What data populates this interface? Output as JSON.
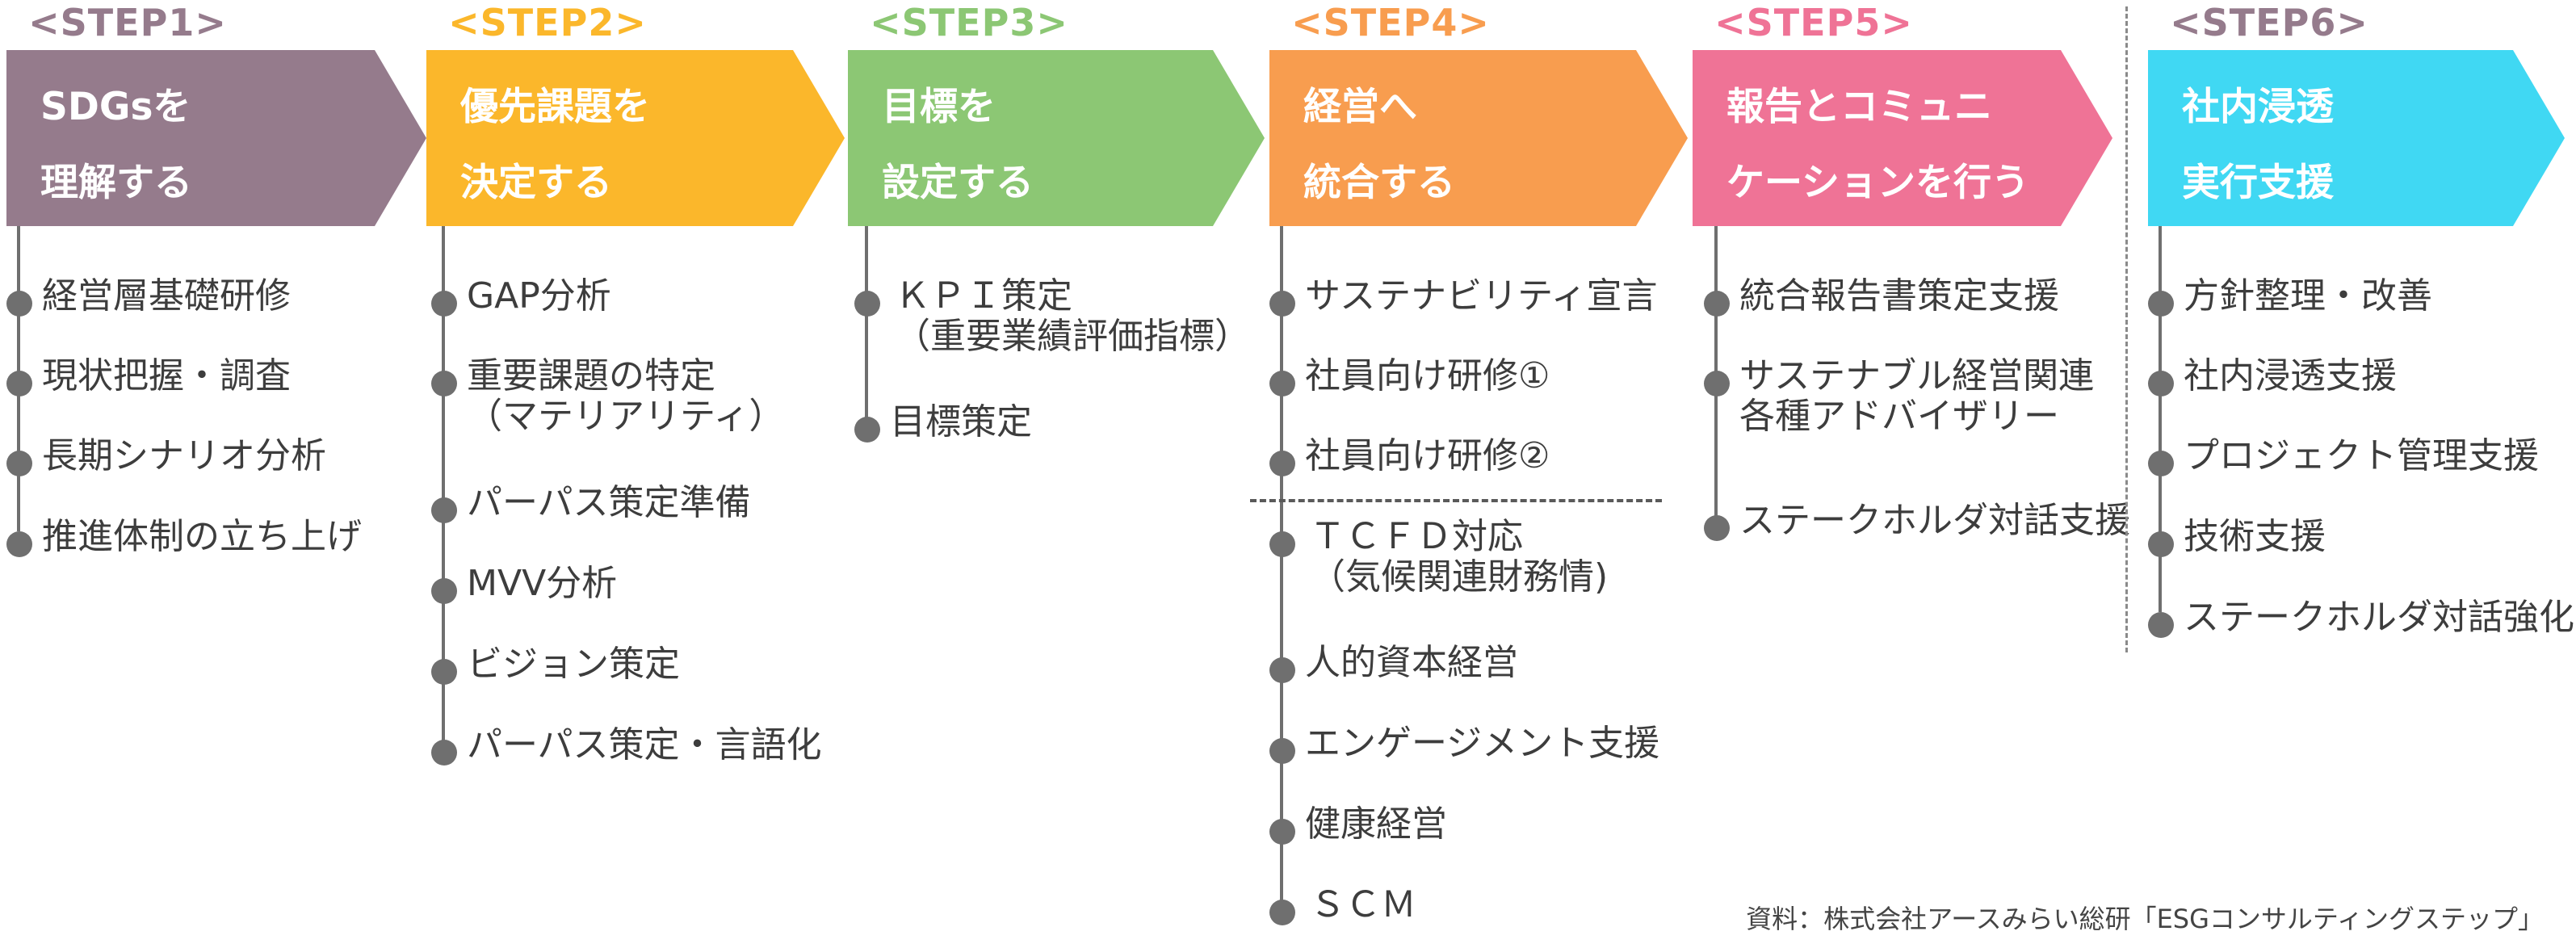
{
  "colors": {
    "step1": "#957b8c",
    "step2": "#fbb72b",
    "step3": "#8cc774",
    "step4": "#f89d4f",
    "step5": "#ef7396",
    "step6": "#40d8f3",
    "timeline": "#6f6f6f"
  },
  "steps": [
    {
      "title": "<STEP1>",
      "label_line1": "SDGsを",
      "label_line2": "理解する",
      "items": [
        {
          "line1": "経営層基礎研修",
          "line2": ""
        },
        {
          "line1": "現状把握・調査",
          "line2": ""
        },
        {
          "line1": "長期シナリオ分析",
          "line2": ""
        },
        {
          "line1": "推進体制の立ち上げ",
          "line2": ""
        }
      ]
    },
    {
      "title": "<STEP2>",
      "label_line1": "優先課題を",
      "label_line2": "決定する",
      "items": [
        {
          "line1": "GAP分析",
          "line2": ""
        },
        {
          "line1": "重要課題の特定",
          "line2": "（マテリアリティ）"
        },
        {
          "line1": "パーパス策定準備",
          "line2": ""
        },
        {
          "line1": "MVV分析",
          "line2": ""
        },
        {
          "line1": "ビジョン策定",
          "line2": ""
        },
        {
          "line1": "パーパス策定・言語化",
          "line2": ""
        }
      ]
    },
    {
      "title": "<STEP3>",
      "label_line1": "目標を",
      "label_line2": "設定する",
      "items": [
        {
          "line1": "ＫＰＩ策定",
          "line2": "（重要業績評価指標）"
        },
        {
          "line1": "目標策定",
          "line2": ""
        }
      ]
    },
    {
      "title": "<STEP4>",
      "label_line1": "経営へ",
      "label_line2": "統合する",
      "items": [
        {
          "line1": "サステナビリティ宣言",
          "line2": ""
        },
        {
          "line1": "社員向け研修①",
          "line2": ""
        },
        {
          "line1": "社員向け研修②",
          "line2": ""
        },
        {
          "line1": "ＴＣＦＤ対応",
          "line2": "（気候関連財務情)"
        },
        {
          "line1": "人的資本経営",
          "line2": ""
        },
        {
          "line1": "エンゲージメント支援",
          "line2": ""
        },
        {
          "line1": "健康経営",
          "line2": ""
        },
        {
          "line1": "ＳＣＭ",
          "line2": ""
        }
      ]
    },
    {
      "title": "<STEP5>",
      "label_line1": "報告とコミュニ",
      "label_line2": "ケーションを行う",
      "items": [
        {
          "line1": "統合報告書策定支援",
          "line2": ""
        },
        {
          "line1": "サステナブル経営関連",
          "line2": "各種アドバイザリー"
        },
        {
          "line1": "ステークホルダ対話支援",
          "line2": ""
        }
      ]
    },
    {
      "title": "<STEP6>",
      "label_line1": "社内浸透",
      "label_line2": "実行支援",
      "items": [
        {
          "line1": "方針整理・改善",
          "line2": ""
        },
        {
          "line1": "社内浸透支援",
          "line2": ""
        },
        {
          "line1": "プロジェクト管理支援",
          "line2": ""
        },
        {
          "line1": "技術支援",
          "line2": ""
        },
        {
          "line1": "ステークホルダ対話強化",
          "line2": ""
        }
      ]
    }
  ],
  "source_note": "資料：株式会社アースみらい総研「ESGコンサルティングステップ」"
}
